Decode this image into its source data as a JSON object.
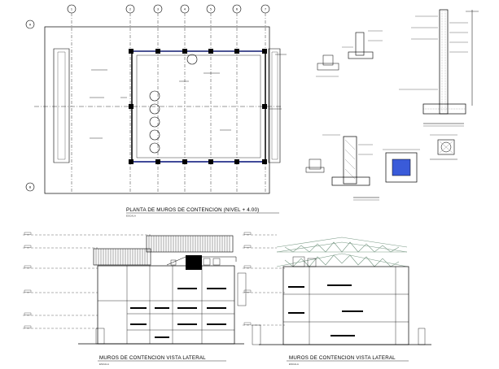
{
  "drawing": {
    "plan_title": "PLANTA DE MUROS DE CONTENCION (NIVEL + 4.00)",
    "plan_scale": "ESCALA",
    "elev1_title": "MUROS DE CONTENCION  VISTA LATERAL",
    "elev1_scale": "ESCALA",
    "elev2_title": "MUROS DE CONTENCION  VISTA LATERAL",
    "elev2_scale": "ESCALA"
  },
  "grid_bubbles": [
    "1",
    "2",
    "3",
    "4",
    "5",
    "6",
    "7"
  ],
  "row_bubbles": [
    "A",
    "B"
  ],
  "colors": {
    "ink": "#000000",
    "truss": "#7a9a86",
    "footing_fill": "#3a5bd9",
    "hatch": "#555555"
  }
}
